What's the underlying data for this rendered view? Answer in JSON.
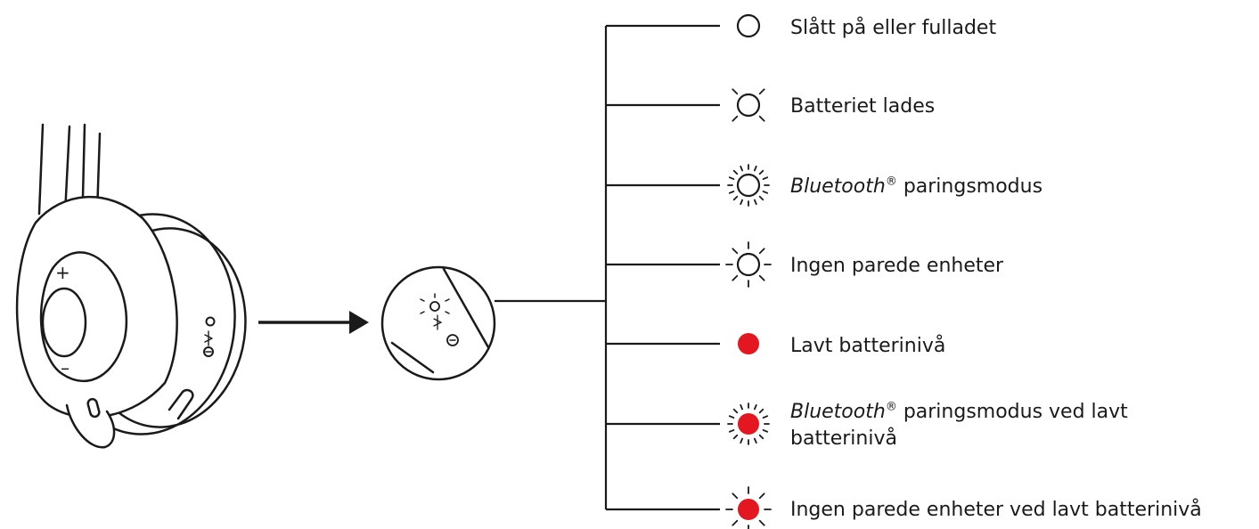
{
  "legend": [
    {
      "id": "on",
      "parts": {
        "main": "Slått på eller fulladet"
      }
    },
    {
      "id": "charging",
      "parts": {
        "main": "Batteriet lades"
      }
    },
    {
      "id": "pairing",
      "parts": {
        "brand": "Bluetooth",
        "sup": "®",
        "main": "paringsmodus"
      }
    },
    {
      "id": "no-paired",
      "parts": {
        "main": "Ingen parede enheter"
      }
    },
    {
      "id": "low-battery",
      "parts": {
        "main": "Lavt batterinivå"
      }
    },
    {
      "id": "pairing-low",
      "parts": {
        "brand": "Bluetooth",
        "sup": "®",
        "main": "paringsmodus ved lavt batterinivå"
      }
    },
    {
      "id": "no-paired-low",
      "parts": {
        "main": "Ingen parede enheter ved lavt batterinivå"
      }
    }
  ],
  "colors": {
    "line": "#1a1a1a",
    "led_off": "#ffffff",
    "led_red": "#e4161f"
  },
  "headset": {
    "plus_symbol": "+",
    "minus_symbol": "–"
  }
}
